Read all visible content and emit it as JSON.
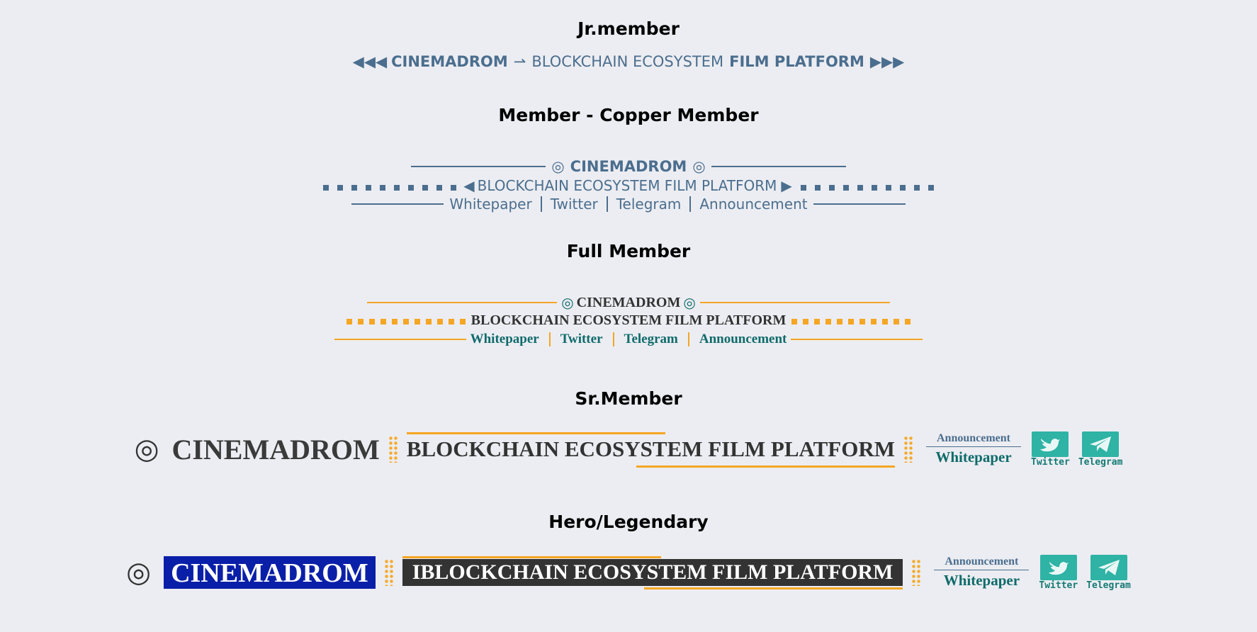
{
  "sections": {
    "jr": {
      "title": "Jr.member",
      "left_arrows": "◀◀◀",
      "brand": "CINEMADROM",
      "sep": "⇀",
      "mid": "BLOCKCHAIN ECOSYSTEM",
      "tail": "FILM PLATFORM",
      "right_arrows": "▶▶▶"
    },
    "copper": {
      "title": "Member - Copper Member",
      "ring": "◎",
      "brand": "CINEMADROM",
      "left_tri": "◀",
      "tagline": "BLOCKCHAIN ECOSYSTEM FILM PLATFORM",
      "right_tri": "▶",
      "links": [
        "Whitepaper",
        "Twitter",
        "Telegram",
        "Announcement"
      ]
    },
    "full": {
      "title": "Full Member",
      "ring": "◎",
      "brand": "CINEMADROM",
      "tagline": "BLOCKCHAIN ECOSYSTEM FILM PLATFORM",
      "links": [
        "Whitepaper",
        "Twitter",
        "Telegram",
        "Announcement"
      ]
    },
    "sr": {
      "title": "Sr.Member",
      "ring": "◎",
      "brand": "CINEMADROM",
      "tagline": "BLOCKCHAIN ECOSYSTEM FILM PLATFORM",
      "announcement": "Announcement",
      "whitepaper": "Whitepaper",
      "twitter": "Twitter",
      "telegram": "Telegram"
    },
    "hero": {
      "title": "Hero/Legendary",
      "ring": "◎",
      "brand": "CINEMADROM",
      "tagline": "IBLOCKCHAIN ECOSYSTEM FILM PLATFORM",
      "announcement": "Announcement",
      "whitepaper": "Whitepaper",
      "twitter": "Twitter",
      "telegram": "Telegram"
    }
  },
  "icons": {
    "twitter": "bird-icon",
    "telegram": "paper-plane-icon",
    "ring": "double-circle-icon"
  },
  "colors": {
    "blue": "#4b6e8e",
    "orange": "#f5a623",
    "teal": "#0f6b6b",
    "icon_bg": "#2eb3a5",
    "hero_brand_bg": "#0a1fa8",
    "hero_tag_bg": "#333333",
    "bg": "#ecedf2"
  }
}
